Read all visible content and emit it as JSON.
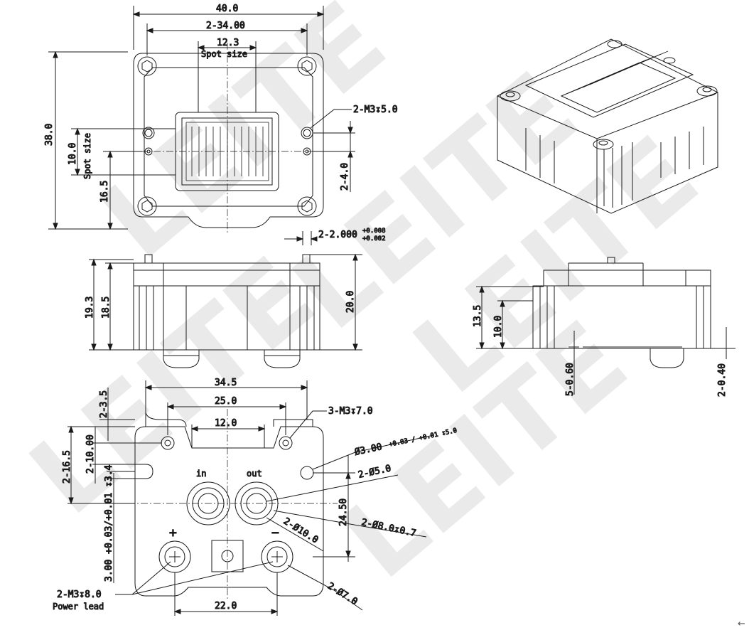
{
  "watermark": "LEITE",
  "top_view": {
    "width": "40.0",
    "hole_pitch": "2-34.00",
    "spot_width": "12.3",
    "spot_label": "Spot size",
    "height": "38.0",
    "spot_height": "10.0",
    "spot_height_label": "Spot size",
    "offset": "16.5",
    "thread": "2-M3↧5.0",
    "pin_offset": "2-4.0",
    "pin_dia": "2-2.000",
    "pin_tol_upper": "+0.008",
    "pin_tol_lower": "+0.002"
  },
  "front_view": {
    "h1": "19.3",
    "h2": "18.5",
    "h3": "20.0"
  },
  "side_view": {
    "h1": "13.5",
    "h2": "10.0",
    "pin_proj": "5-0.60",
    "pin_proj2": "2-0.40"
  },
  "bottom_view": {
    "width": "34.5",
    "w2": "25.0",
    "w3": "12.0",
    "d1": "2-3.5",
    "d2": "2-16.5",
    "d3": "2-10.00",
    "thread_top": "3-M3↧7.0",
    "hole_ref": "Ø3.00",
    "hole_ref_tol": "+0.03 / +0.01 ↧5.0",
    "hole_5": "2-Ø5.0",
    "height": "24.50",
    "hole_8": "2-Ø8.0↧0.7",
    "hole_10": "2-Ø10.0",
    "hole_7": "2-Ø7.0",
    "left_tol": "3.00 +0.03/+0.01 ↧3.4",
    "in_label": "in",
    "out_label": "out",
    "plus_label": "+",
    "minus_label": "−",
    "thread_power": "2-M3↧8.0",
    "power_label": "Power lead",
    "bottom_width": "22.0"
  },
  "nav": {
    "back_icon": "arrow-left-icon"
  }
}
